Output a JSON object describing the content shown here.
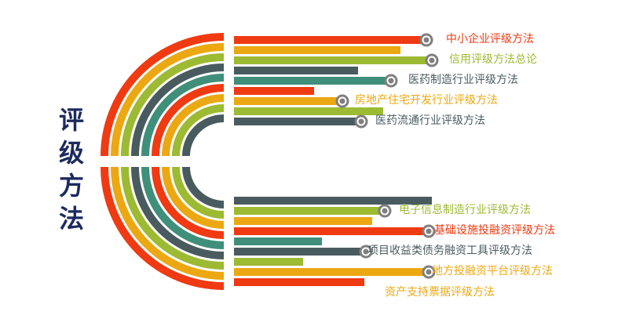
{
  "title": {
    "chars": [
      "评",
      "级",
      "方",
      "法"
    ]
  },
  "colors": {
    "red": "#ef3a12",
    "orange": "#eca812",
    "lime": "#9dba33",
    "slate": "#4a5b5f",
    "teal": "#3f8f7b",
    "title": "#1c2a5e",
    "marker": "#7f7f7f"
  },
  "arc_colors": [
    "red",
    "orange",
    "lime",
    "slate",
    "teal",
    "red",
    "orange",
    "lime",
    "slate"
  ],
  "top_labels": [
    {
      "text": "中小企业评级方法",
      "color": "red"
    },
    {
      "text": "信用评级方法总论",
      "color": "lime"
    },
    {
      "text": "医药制造行业评级方法",
      "color": "slate"
    },
    {
      "text": "房地产住宅开发行业评级方法",
      "color": "orange"
    },
    {
      "text": "医药流通行业评级方法",
      "color": "slate"
    }
  ],
  "bottom_labels": [
    {
      "text": "电子信息制造行业评级方法",
      "color": "lime"
    },
    {
      "text": "基础设施投融资评级方法",
      "color": "red"
    },
    {
      "text": "项目收益类债务融资工具评级方法",
      "color": "slate"
    },
    {
      "text": "地方投融资平台评级方法",
      "color": "orange"
    },
    {
      "text": "资产支持票据评级方法",
      "color": "orange"
    }
  ]
}
